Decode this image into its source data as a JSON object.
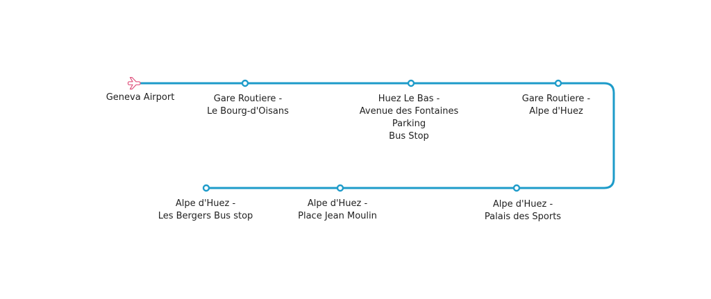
{
  "route": {
    "line_color": "#1d9bc9",
    "origin_icon": "airplane-icon",
    "origin_icon_color": "#e0547f",
    "stops": [
      {
        "id": "geneva-airport",
        "lines": [
          "Geneva Airport"
        ]
      },
      {
        "id": "gare-routiere-bourg-doisans",
        "lines": [
          "Gare Routiere -",
          "Le Bourg-d'Oisans"
        ]
      },
      {
        "id": "huez-le-bas",
        "lines": [
          "Huez Le Bas -",
          "Avenue des Fontaines",
          "Parking",
          "Bus Stop"
        ]
      },
      {
        "id": "gare-routiere-alpe-dhuez",
        "lines": [
          "Gare Routiere -",
          "Alpe d'Huez"
        ]
      },
      {
        "id": "palais-des-sports",
        "lines": [
          "Alpe d'Huez  -",
          "Palais des Sports"
        ]
      },
      {
        "id": "place-jean-moulin",
        "lines": [
          "Alpe d'Huez -",
          "Place Jean Moulin"
        ]
      },
      {
        "id": "les-bergers",
        "lines": [
          "Alpe d'Huez -",
          "Les Bergers Bus stop"
        ]
      }
    ]
  }
}
